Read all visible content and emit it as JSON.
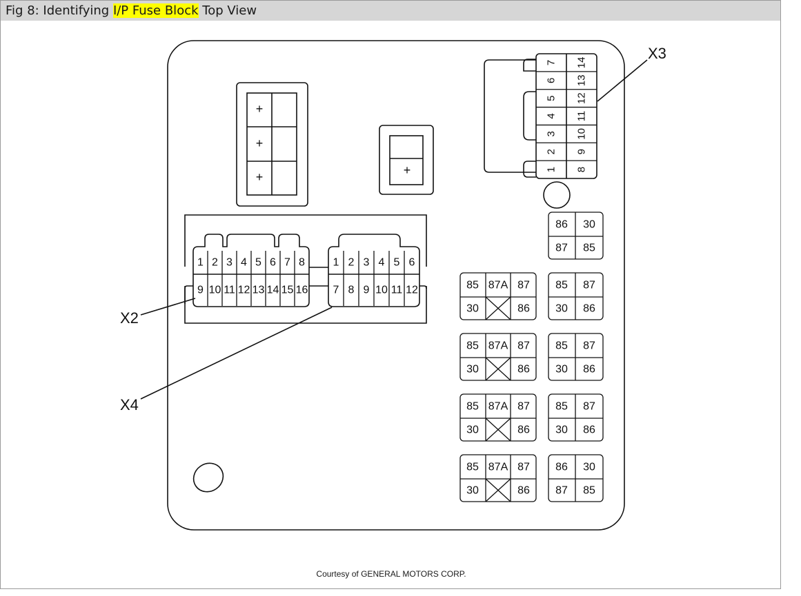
{
  "title": {
    "prefix": "Fig 8: Identifying ",
    "highlight": "I/P Fuse Block",
    "suffix": " Top View"
  },
  "caption": "Courtesy of GENERAL MOTORS CORP.",
  "colors": {
    "highlight": "#ffff00",
    "title_bar": "#d6d6d6",
    "line": "#111111"
  },
  "callouts": {
    "x2": "X2",
    "x3": "X3",
    "x4": "X4"
  },
  "fuse_slots": {
    "plus": "+"
  },
  "connector_x2": {
    "row1": [
      "1",
      "2",
      "3",
      "4",
      "5",
      "6",
      "7",
      "8"
    ],
    "row2": [
      "9",
      "10",
      "11",
      "12",
      "13",
      "14",
      "15",
      "16"
    ]
  },
  "connector_x4": {
    "row1": [
      "1",
      "2",
      "3",
      "4",
      "5",
      "6"
    ],
    "row2": [
      "7",
      "8",
      "9",
      "10",
      "11",
      "12"
    ]
  },
  "connector_x3": {
    "col1": [
      "7",
      "6",
      "5",
      "4",
      "3",
      "2",
      "1"
    ],
    "col2": [
      "14",
      "13",
      "12",
      "11",
      "10",
      "9",
      "8"
    ]
  },
  "relay_5pin": {
    "top": [
      "85",
      "87A",
      "87"
    ],
    "bottom": [
      "30",
      "86"
    ]
  },
  "relay_4pin_a": {
    "top": [
      "85",
      "87"
    ],
    "bottom": [
      "30",
      "86"
    ]
  },
  "relay_4pin_b": {
    "top": [
      "86",
      "30"
    ],
    "bottom": [
      "87",
      "85"
    ]
  }
}
